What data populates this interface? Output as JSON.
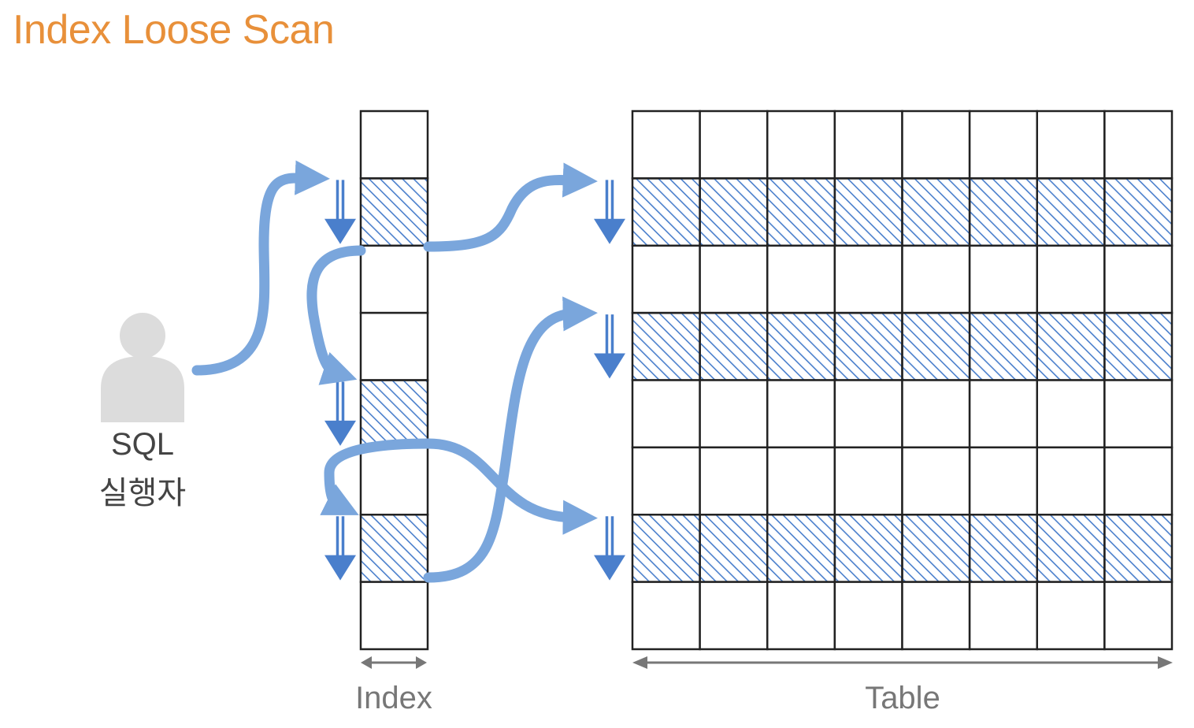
{
  "title": "Index Loose Scan",
  "actor": {
    "line1": "SQL",
    "line2": "실행자",
    "icon": "user-icon"
  },
  "index": {
    "label": "Index",
    "rows": 8,
    "highlighted_rows": [
      1,
      4,
      6
    ]
  },
  "table": {
    "label": "Table",
    "rows": 8,
    "columns": 8,
    "highlighted_rows": [
      1,
      3,
      6
    ]
  },
  "colors": {
    "title": "#e8903a",
    "accent": "#4a7fcc",
    "flow": "#7aa6dc",
    "grid": "#222222",
    "person": "#dcdcdc",
    "label": "#777777",
    "actor_text": "#444444"
  }
}
